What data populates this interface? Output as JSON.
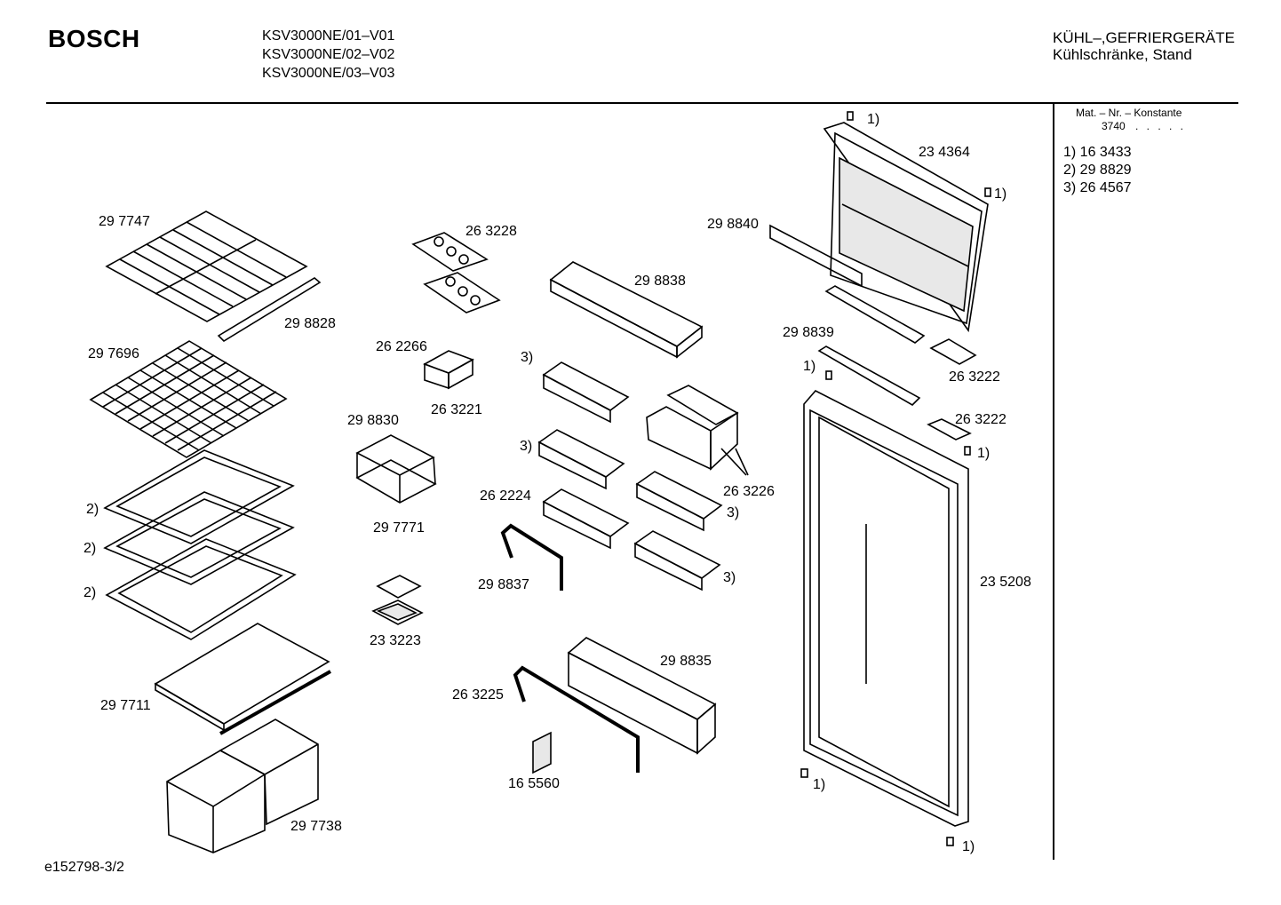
{
  "header": {
    "brand": "BOSCH",
    "models": [
      "KSV3000NE/01–V01",
      "KSV3000NE/02–V02",
      "KSV3000NE/03–V03"
    ],
    "category_line1": "KÜHL–,GEFRIERGERÄTE",
    "category_line2": "Kühlschränke, Stand"
  },
  "sidebar": {
    "mat_heading": "Mat. – Nr. – Konstante",
    "mat_value": "3740",
    "mat_dots": ". . . . .",
    "notes": [
      "1) 16 3433",
      "2) 29 8829",
      "3) 26 4567"
    ]
  },
  "parts": {
    "p297747": "29 7747",
    "p298828": "29 8828",
    "p297696": "29 7696",
    "p263228": "26 3228",
    "p262266": "26 2266",
    "p263221": "26 3221",
    "p298830": "29 8830",
    "p297771": "29 7771",
    "p233223": "23 3223",
    "p297711": "29 7711",
    "p297738": "29 7738",
    "p298838": "29 8838",
    "p262224": "26 2224",
    "p298837": "29 8837",
    "p263226": "26 3226",
    "p298835": "29 8835",
    "p263225": "26 3225",
    "p165560": "16 5560",
    "p298840": "29 8840",
    "p234364": "23 4364",
    "p298839": "29 8839",
    "p263222a": "26 3222",
    "p263222b": "26 3222",
    "p235208": "23 5208"
  },
  "refs": {
    "r1": "1)",
    "r2": "2)",
    "r3": "3)"
  },
  "footer": {
    "code": "e152798-3/2"
  }
}
